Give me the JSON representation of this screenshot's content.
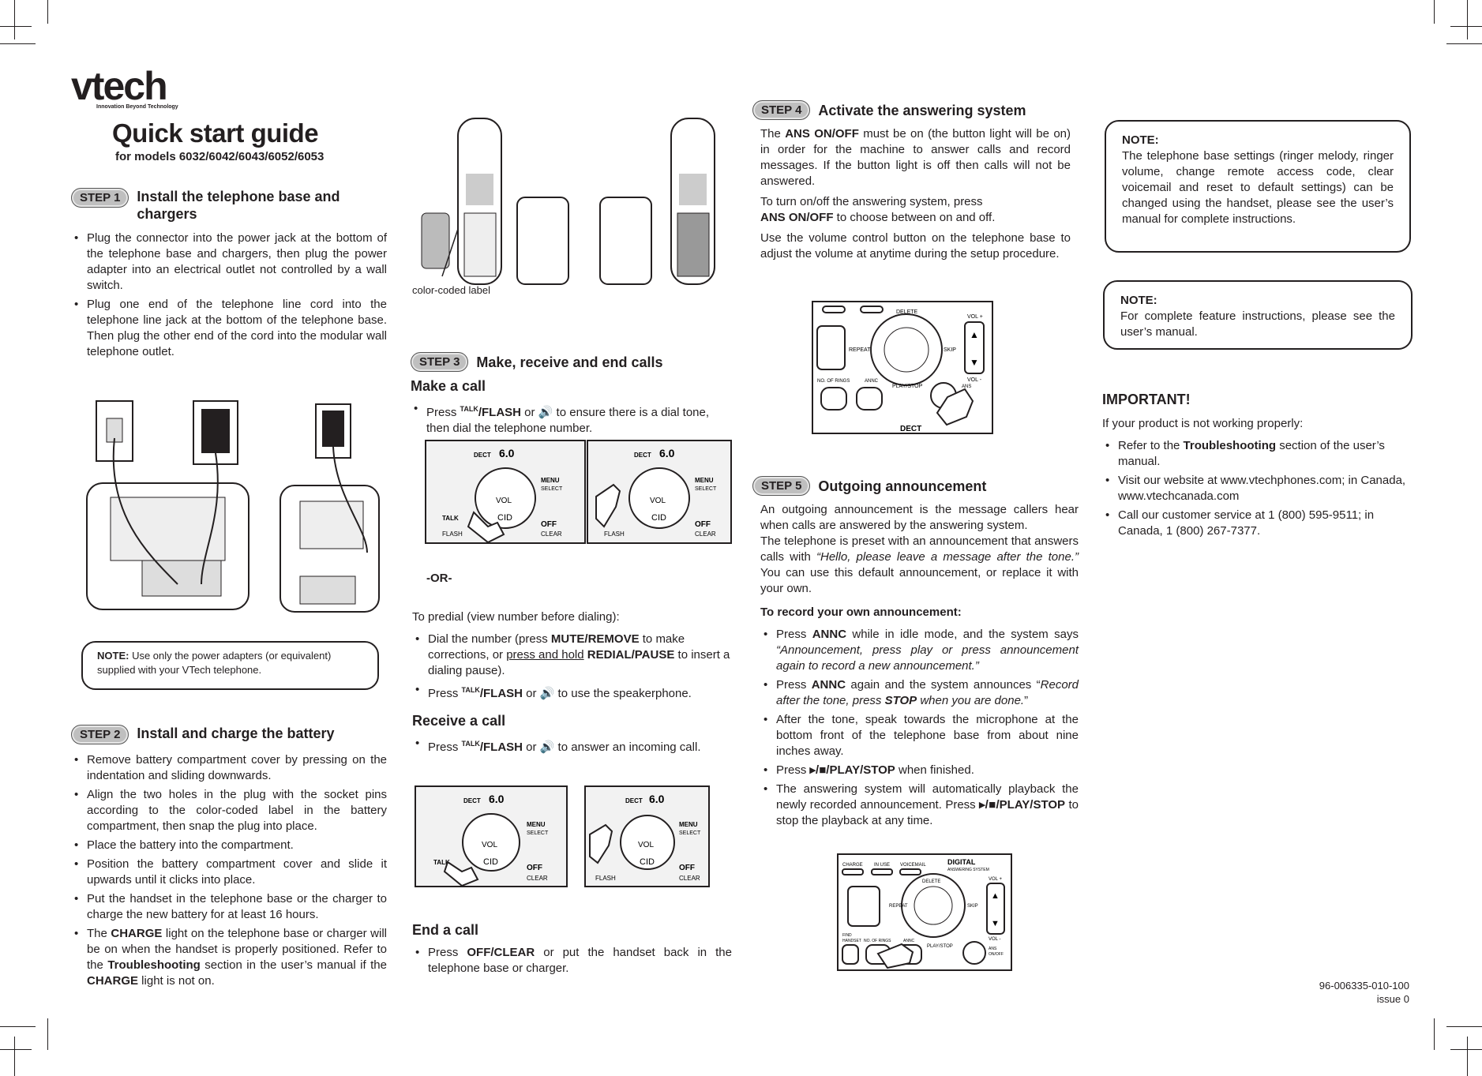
{
  "logo": {
    "brand": "vtech",
    "tagline": "Innovation Beyond Technology"
  },
  "header": {
    "title": "Quick start guide",
    "subtitle": "for models 6032/6042/6043/6052/6053"
  },
  "step1": {
    "badge": "STEP 1",
    "title": "Install the telephone base and chargers",
    "bullets": [
      "Plug the connector into the power jack at the bottom of the telephone base and chargers, then plug the power adapter into an electrical outlet not controlled by a wall switch.",
      "Plug one end of the telephone line cord into the telephone line jack at the bottom of the telephone base. Then plug the other end of the cord into the modular wall telephone outlet."
    ],
    "note_label": "NOTE:",
    "note_text": "Use only the power adapters (or equivalent) supplied with your VTech telephone."
  },
  "step2": {
    "badge": "STEP 2",
    "title": "Install and charge the battery",
    "b1": "Remove battery compartment cover by pressing on the indentation and sliding downwards.",
    "b2": "Align the two holes in the plug with the socket pins according to the color-coded label in the battery compartment, then snap the plug into place.",
    "b3": "Place the battery into the compartment.",
    "b4": "Position the battery compartment cover and slide it upwards until it clicks into place.",
    "b5": "Put the handset in the telephone base or the charger to charge the new battery for at least 16 hours.",
    "b6_a": "The ",
    "b6_b": "CHARGE",
    "b6_c": " light on the telephone base or charger will be on when the handset is properly positioned. Refer to the ",
    "b6_d": "Troubleshooting",
    "b6_e": " section in the user’s manual if the ",
    "b6_f": "CHARGE",
    "b6_g": " light is not on."
  },
  "battery_caption": "color-coded label",
  "step3": {
    "badge": "STEP 3",
    "title": "Make, receive and end calls",
    "make": "Make a call",
    "make_a": "Press ",
    "talk": "TALK",
    "flash": "/FLASH",
    "or": " or ",
    "make_b": " to ensure there is a dial tone, then dial the telephone number.",
    "or_text": "-OR-",
    "predial": "To predial (view number before dialing):",
    "pd1_a": "Dial the number (press ",
    "pd1_b": "MUTE/REMOVE",
    "pd1_c": " to make corrections, or ",
    "pd1_d": "press and hold",
    "pd1_e": " ",
    "pd1_f": "REDIAL/PAUSE",
    "pd1_g": " to insert a dialing pause).",
    "pd2_a": "Press ",
    "pd2_b": " to use the speakerphone.",
    "receive": "Receive a call",
    "rc_a": "Press ",
    "rc_b": " to answer an incoming call.",
    "end": "End a call",
    "end_a": "Press ",
    "end_b": "OFF/CLEAR",
    "end_c": " or put the handset back in the telephone base or charger."
  },
  "handset": {
    "dect": "DECT",
    "six": "6.0",
    "menu": "MENU",
    "select": "SELECT",
    "vol": "VOL",
    "cid": "CID",
    "talk": "TALK",
    "flash": "FLASH",
    "off": "OFF",
    "clear": "CLEAR"
  },
  "step4": {
    "badge": "STEP 4",
    "title": "Activate the answering system",
    "p1_a": "The ",
    "p1_b": "ANS ON/OFF",
    "p1_c": " must be on (the button light will be on) in order for the machine to answer calls and record messages. If the button light is off then calls will not be answered.",
    "p2_a": "To turn on/off the answering system, press",
    "p2_b": "ANS ON/OFF",
    "p2_c": " to choose between on and off.",
    "p3": "Use the volume control button on the telephone base to adjust the volume at anytime during the setup procedure."
  },
  "base": {
    "delete": "DELETE",
    "repeat": "REPEAT",
    "skip": "SKIP",
    "vol_plus": "VOL +",
    "vol_minus": "VOL -",
    "rings": "NO. OF RINGS",
    "annc": "ANNC",
    "play": "PLAY/STOP",
    "ans": "ANS",
    "ans_onoff": "ON/OFF",
    "charge": "CHARGE",
    "in_use": "IN USE",
    "voicemail": "VOICEMAIL",
    "digital": "DIGITAL",
    "answering": "ANSWERING SYSTEM",
    "find": "FIND",
    "handset_lbl": "HANDSET",
    "dect": "DECT"
  },
  "step5": {
    "badge": "STEP 5",
    "title": "Outgoing announcement",
    "p1": "An outgoing announcement is the message callers hear when calls are answered by the answering system.",
    "p2_a": "The telephone is preset with an announcement that answers calls with ",
    "p2_b": "“Hello, please leave a message after the tone.”",
    "p2_c": " You can use this default announcement, or replace it with your own.",
    "record_head": "To record your own announcement:",
    "r1_a": "Press ",
    "r1_b": "ANNC",
    "r1_c": " while in idle mode, and the system says ",
    "r1_d": "“Announcement, press play or press announcement again to record a new announcement.”",
    "r2_a": "Press ",
    "r2_b": "ANNC",
    "r2_c": " again and the system announces “",
    "r2_d": "Record after the tone, press ",
    "r2_e": "STOP",
    "r2_f": " when you are done.",
    "r2_g": "”",
    "r3": "After the tone, speak towards the microphone at the bottom front of the telephone base from about nine inches away.",
    "r4_a": "Press ",
    "r4_b": "▸/■/PLAY/STOP",
    "r4_c": " when finished.",
    "r5_a": "The answering system will automatically playback the newly recorded announcement. Press ",
    "r5_b": "▸/■/PLAY/STOP",
    "r5_c": " to stop the playback at any time."
  },
  "note1": {
    "label": "NOTE:",
    "text": "The telephone base settings (ringer melody, ringer volume, change remote access code, clear voicemail and reset to default settings) can be changed using the handset, please see the user’s manual for complete instructions."
  },
  "note2": {
    "label": "NOTE:",
    "text": "For complete feature instructions, please see the user’s manual."
  },
  "important": {
    "title": "IMPORTANT!",
    "intro": "If your product is not working properly:",
    "i1_a": "Refer to the ",
    "i1_b": "Troubleshooting",
    "i1_c": " section of the user’s manual.",
    "i2": "Visit our website at www.vtechphones.com; in Canada, www.vtechcanada.com",
    "i3": "Call our customer service at 1 (800) 595-9511; in Canada, 1 (800) 267-7377."
  },
  "footer": {
    "doc_number": "96-006335-010-100",
    "issue": "issue 0"
  }
}
